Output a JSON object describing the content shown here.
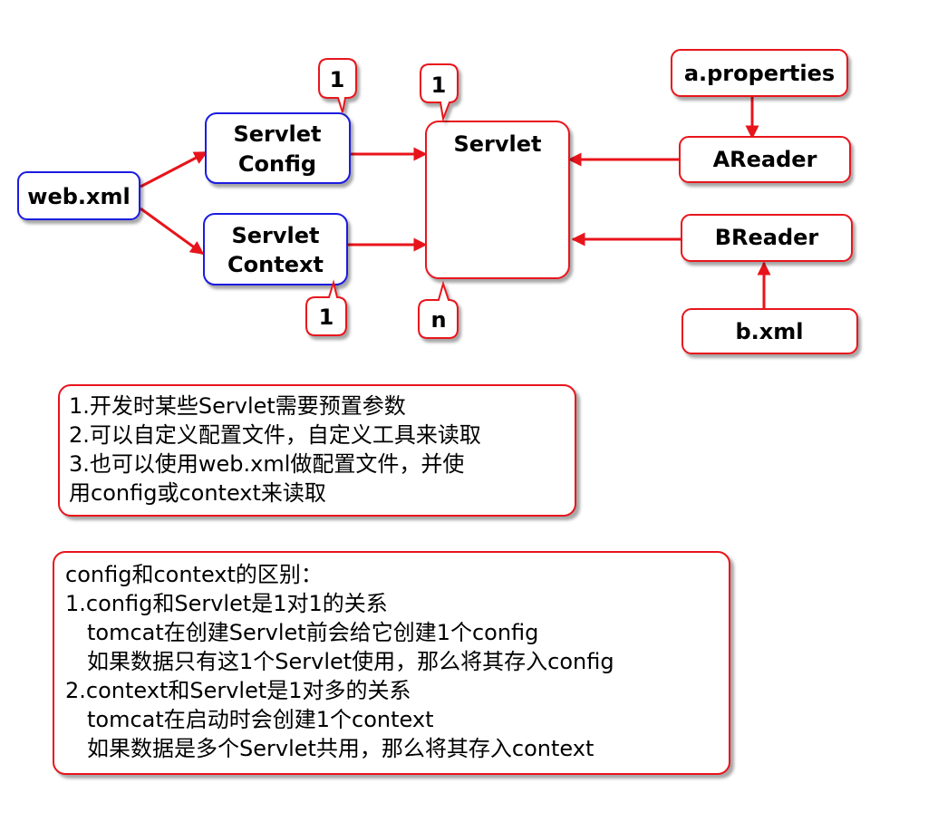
{
  "diagram": {
    "nodes": {
      "web_xml": "web.xml",
      "servlet_config": [
        "Servlet",
        "Config"
      ],
      "servlet_context": [
        "Servlet",
        "Context"
      ],
      "servlet": "Servlet",
      "a_properties": "a.properties",
      "areader": "AReader",
      "breader": "BReader",
      "b_xml": "b.xml"
    },
    "callouts": {
      "config_count": "1",
      "servlet_count": "1",
      "context_count": "1",
      "servlet_n": "n"
    },
    "colors": {
      "red": "#e8141c",
      "blue": "#1a1ae0"
    }
  },
  "notes": {
    "note1": [
      "1.开发时某些Servlet需要预置参数",
      "2.可以自定义配置文件，自定义工具来读取",
      "3.也可以使用web.xml做配置文件，并使",
      "用config或context来读取"
    ],
    "note2": [
      "config和context的区别：",
      "1.config和Servlet是1对1的关系",
      "tomcat在创建Servlet前会给它创建1个config",
      "如果数据只有这1个Servlet使用，那么将其存入config",
      "2.context和Servlet是1对多的关系",
      "tomcat在启动时会创建1个context",
      "如果数据是多个Servlet共用，那么将其存入context"
    ]
  }
}
